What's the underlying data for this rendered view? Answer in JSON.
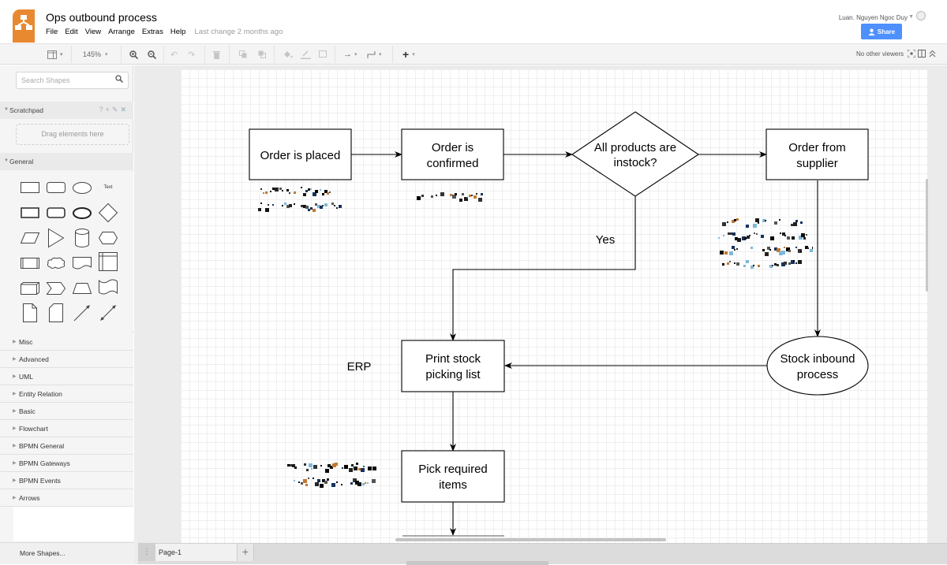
{
  "app": {
    "title": "Ops outbound process",
    "brand_color": "#e8892f",
    "menu": [
      "File",
      "Edit",
      "View",
      "Arrange",
      "Extras",
      "Help"
    ],
    "last_change": "Last change 2 months ago",
    "user": "Luan. Nguyen Ngoc Duy",
    "share_label": "Share",
    "share_color": "#4d90fe"
  },
  "toolbar": {
    "zoom_level": "145%",
    "no_viewers": "No other viewers",
    "icons": [
      "format-panel-icon",
      "zoom-in-icon",
      "zoom-out-icon",
      "undo-icon",
      "redo-icon",
      "delete-icon",
      "to-front-icon",
      "to-back-icon",
      "fill-color-icon",
      "line-color-icon",
      "shadow-icon",
      "connection-icon",
      "waypoints-icon",
      "insert-icon",
      "fullscreen-icon",
      "panel-icon",
      "collapse-icon"
    ]
  },
  "sidebar": {
    "search_placeholder": "Search Shapes",
    "scratchpad": {
      "label": "Scratchpad",
      "tools": "? + ✎ ✕",
      "drop_hint": "Drag elements here"
    },
    "general": {
      "label": "General",
      "text_shape_label": "Text",
      "shapes": [
        "rectangle",
        "rounded-rectangle",
        "ellipse",
        "text",
        "bold-rectangle",
        "bold-rounded-rectangle",
        "bold-ellipse",
        "diamond",
        "parallelogram",
        "triangle",
        "cylinder",
        "hexagon",
        "process",
        "cloud",
        "document",
        "internal-storage",
        "cube",
        "step",
        "trapezoid",
        "tape",
        "note",
        "card",
        "line-arrow",
        "bidirectional-arrow"
      ]
    },
    "libraries": [
      "Misc",
      "Advanced",
      "UML",
      "Entity Relation",
      "Basic",
      "Flowchart",
      "BPMN General",
      "BPMN Gateways",
      "BPMN Events",
      "Arrows"
    ],
    "more_shapes": "More Shapes..."
  },
  "diagram": {
    "nodes": {
      "order_placed": {
        "text": [
          "Order is placed"
        ],
        "shape": "rectangle"
      },
      "order_confirmed": {
        "text": [
          "Order is",
          "confirmed"
        ],
        "shape": "rectangle"
      },
      "all_instock": {
        "text": [
          "All products are",
          "instock?"
        ],
        "shape": "diamond"
      },
      "order_supplier": {
        "text": [
          "Order from",
          "supplier"
        ],
        "shape": "rectangle"
      },
      "stock_inbound": {
        "text": [
          "Stock inbound",
          "process"
        ],
        "shape": "ellipse"
      },
      "print_picking": {
        "text": [
          "Print stock",
          "picking list"
        ],
        "shape": "rectangle"
      },
      "pick_items": {
        "text": [
          "Pick required",
          "items"
        ],
        "shape": "rectangle"
      }
    },
    "labels": {
      "yes": "Yes",
      "erp": "ERP"
    },
    "redacted_notes": 4
  },
  "pages": {
    "current": "Page-1",
    "add_label": "+"
  }
}
